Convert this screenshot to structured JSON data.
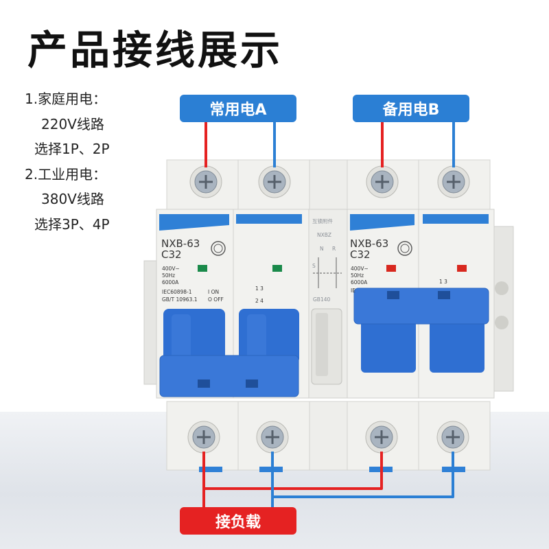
{
  "title": "产品接线展示",
  "notes": {
    "line1": "1.家庭用电：",
    "line2": "220V线路",
    "line3": "选择1P、2P",
    "line4": "2.工业用电：",
    "line5": "380V线路",
    "line6": "选择3P、4P"
  },
  "badges": {
    "source_a": "常用电A",
    "source_b": "备用电B",
    "load": "接负载"
  },
  "breaker_left": {
    "model": "NXB-63",
    "rating": "C32",
    "voltage": "400V~",
    "freq": "50Hz",
    "capacity": "6000A",
    "standard1": "IEC60898-1",
    "standard2": "GB/T 10963.1",
    "on": "I ON",
    "off": "O OFF",
    "pole_marks": "1 3",
    "pole_marks_bottom": "2 4"
  },
  "interlock": {
    "title": "互锁附件",
    "model": "NXBZ",
    "n": "N",
    "r": "R",
    "s": "S",
    "code": "GB140"
  },
  "breaker_right": {
    "model": "NXB-63",
    "rating": "C32",
    "voltage": "400V~",
    "freq": "50Hz",
    "capacity": "6000A",
    "standard1": "IE",
    "pole_marks": "1 3"
  },
  "colors": {
    "wire_red": "#e52222",
    "wire_blue": "#2b7fd4",
    "handle_blue": "#3a78d8",
    "label_blue": "#2f80d6",
    "indicator_green": "#1a8a4a",
    "indicator_red": "#d8281e"
  },
  "icons": {
    "ccc_mark": "ccc-certification-icon",
    "screw": "screw-icon"
  }
}
